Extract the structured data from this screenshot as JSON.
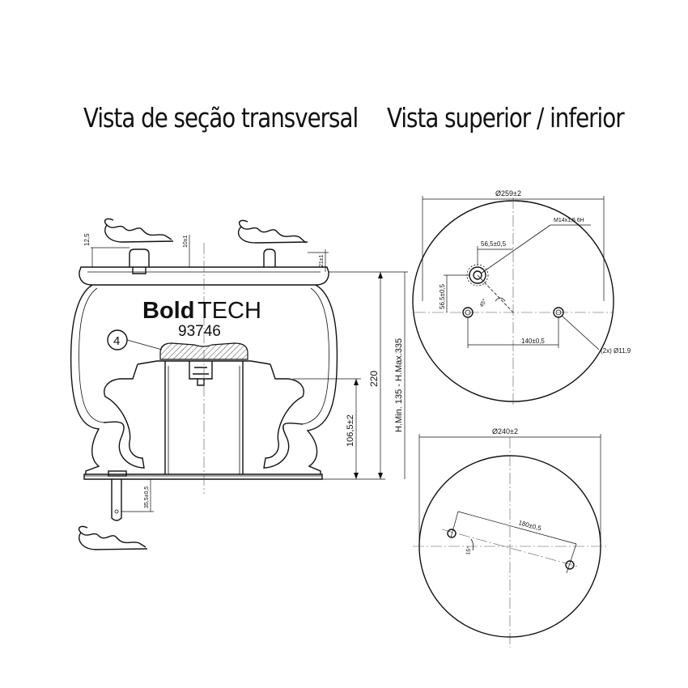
{
  "headings": {
    "cross_section": "Vista de seção transversal",
    "top_bottom": "Vista superior / inferior"
  },
  "brand": {
    "bold": "Bold",
    "light": "TECH"
  },
  "part_number": "93746",
  "callout_number": "4",
  "cross_section": {
    "dim_12_5": "12,5",
    "dim_10": "10±1",
    "dim_21": "21±1",
    "dim_220": "220",
    "dim_height_range": "H.Min. 135 - H.Max.335",
    "dim_106_5": "106,5±2",
    "dim_35_5": "35,5±0,5"
  },
  "top_view": {
    "diameter": "Ø259±2",
    "thread": "M14x1,5 6H",
    "dim_56_5_h": "56,5±0,5",
    "dim_56_5_v": "56,5±0,5",
    "angle": "45°",
    "dim_140": "140±0,5",
    "hole_spec": "(2x) Ø11,9"
  },
  "bottom_view": {
    "diameter": "Ø240±2",
    "dim_180": "180±0,5",
    "angle": "15°"
  }
}
